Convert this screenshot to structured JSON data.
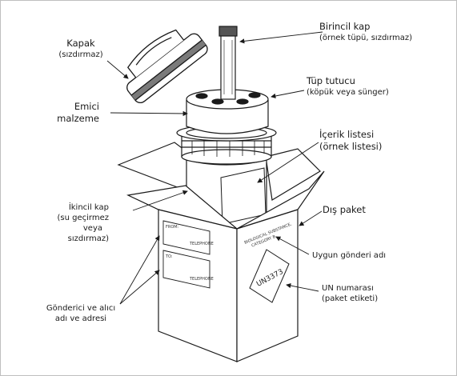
{
  "labels": {
    "kapak": {
      "line1": "Kapak",
      "line2": "(sızdırmaz)"
    },
    "birincil": {
      "line1": "Birincil kap",
      "line2": "(örnek tüpü, sızdırmaz)"
    },
    "tup_tutucu": {
      "line1": "Tüp tutucu",
      "line2": "(köpük veya sünger)"
    },
    "emici": {
      "line1": "Emici",
      "line2": "malzeme"
    },
    "icerik": {
      "line1": "İçerik listesi",
      "line2": "(örnek listesi)"
    },
    "ikincil": {
      "line1": "İkincil kap",
      "line2": "(su geçirmez",
      "line3": "veya",
      "line4": "sızdırmaz)"
    },
    "dis_paket": "Dış paket",
    "gonderi_adi": "Uygun gönderi adı",
    "un_numarasi": {
      "line1": "UN numarası",
      "line2": "(paket etiketi)"
    },
    "gonderici": {
      "line1": "Gönderici ve alıcı",
      "line2": "adı ve adresi"
    }
  },
  "box_print": {
    "un_label": "UN3373",
    "shipping_name": {
      "line1": "BIOLOGICAL SUBSTANCE,",
      "line2": "CATEGORY B"
    },
    "from_label": "FROM:",
    "to_label": "TO:",
    "telephone": "TELEPHONE"
  },
  "colors": {
    "line": "#1a1a1a",
    "box_fill": "#ffffff",
    "frame": "#bfbfbf"
  }
}
